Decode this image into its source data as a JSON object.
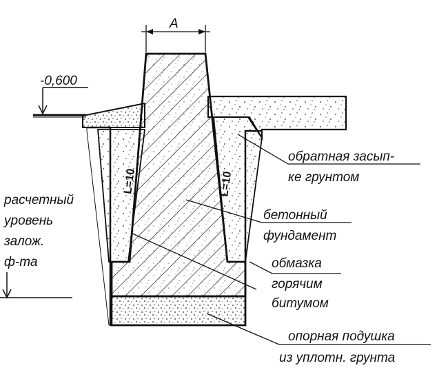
{
  "dimension_label": "A",
  "level_mark": "-0,600",
  "labels": {
    "backfill_line1": "обратная засып-",
    "backfill_line2": "ке грунтом",
    "concrete_line1": "бетонный",
    "concrete_line2": "фундамент",
    "coating_line1": "обмазка",
    "coating_line2": "горячим",
    "coating_line3": "битумом",
    "pad_line1": "опорная подушка",
    "pad_line2": "из уплотн. грунта",
    "depth_line1": "расчетный",
    "depth_line2": "уровень",
    "depth_line3": "залож.",
    "depth_line4": "ф-та"
  },
  "side_markings": {
    "left": "L=10",
    "right": "L=10"
  },
  "colors": {
    "ink": "#111111",
    "fill": "#ffffff"
  }
}
